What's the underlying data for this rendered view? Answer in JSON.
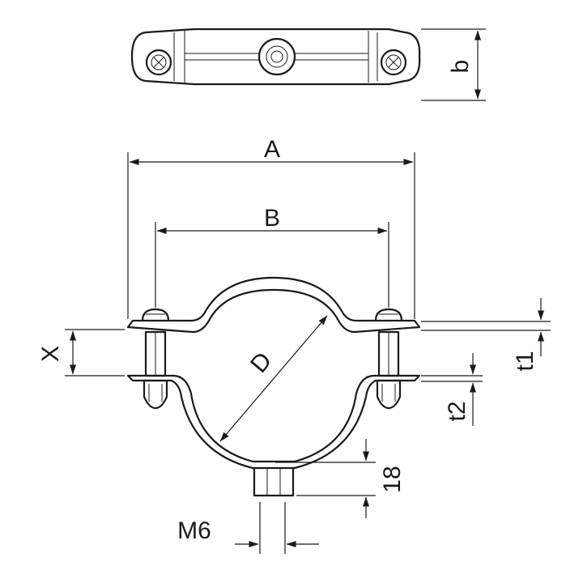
{
  "labels": {
    "A": "A",
    "B": "B",
    "b": "b",
    "D": "D",
    "X": "X",
    "t1": "t1",
    "t2": "t2",
    "h18": "18",
    "M6": "M6"
  },
  "colors": {
    "line": "#1a1a1a",
    "background": "#ffffff"
  }
}
